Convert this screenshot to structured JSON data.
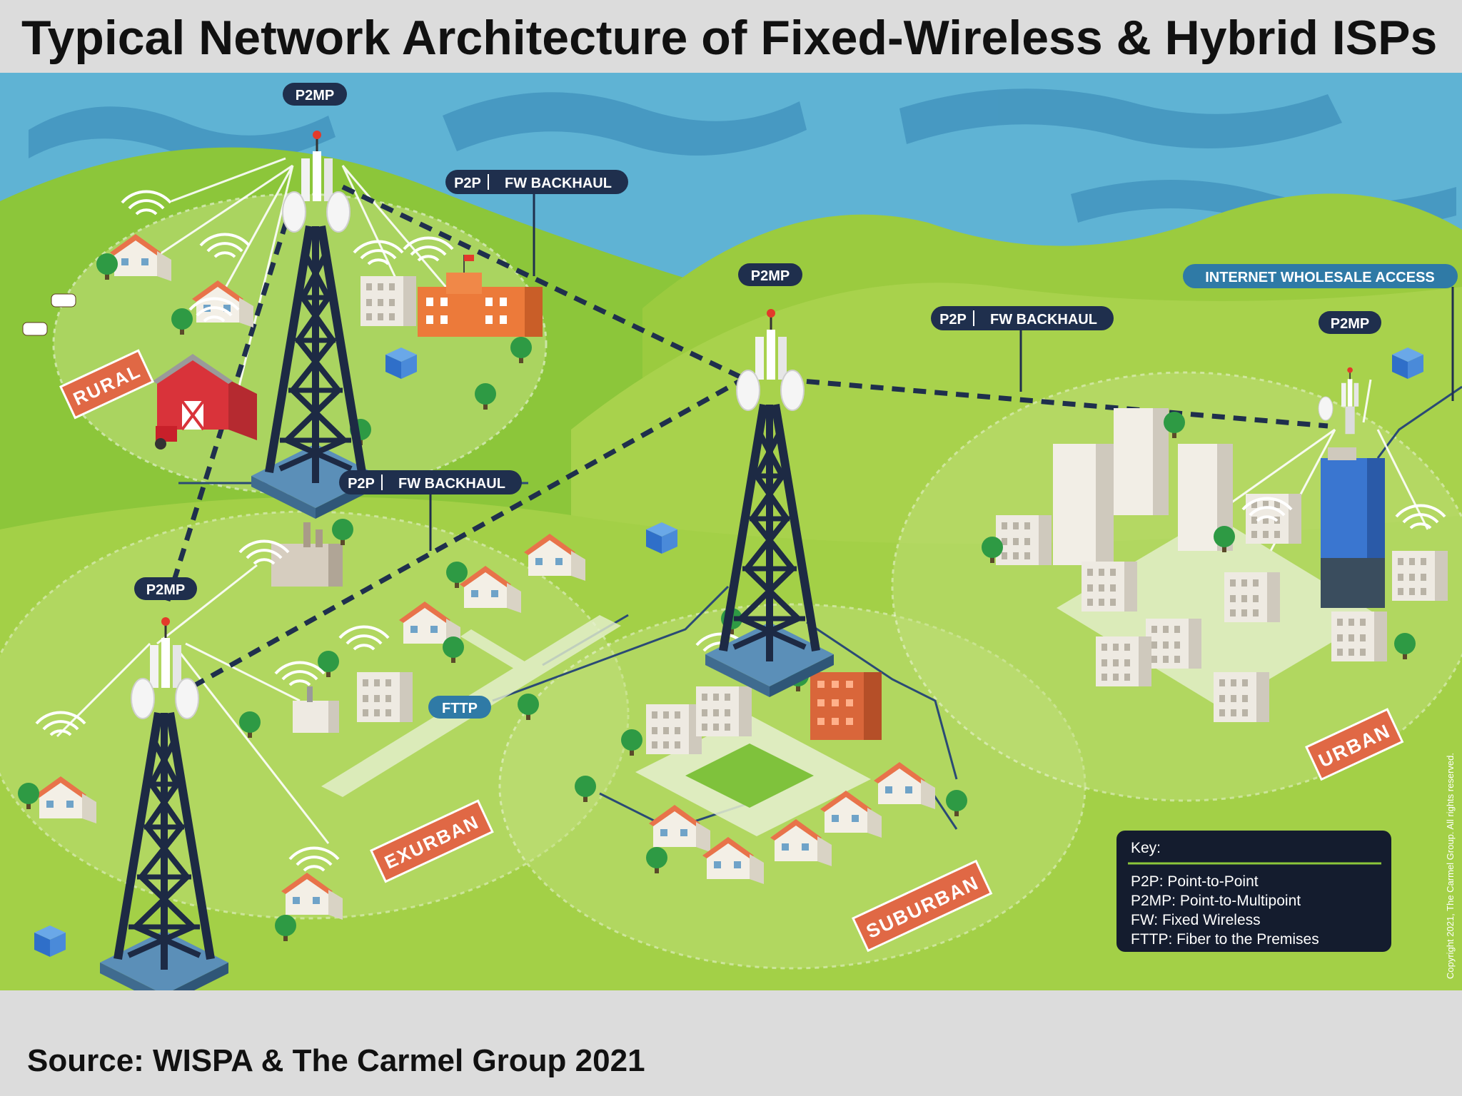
{
  "title": "Typical Network Architecture of Fixed-Wireless & Hybrid ISPs",
  "source": "Source: WISPA & The Carmel Group 2021",
  "labels": {
    "p2mp_top": "P2MP",
    "p2mp_mid": "P2MP",
    "p2mp_right": "P2MP",
    "p2mp_left": "P2MP",
    "p2p_top": "P2P",
    "fw_backhaul_top": "FW BACKHAUL",
    "p2p_right": "P2P",
    "fw_backhaul_right": "FW BACKHAUL",
    "p2p_bottom": "P2P",
    "fw_backhaul_bottom": "FW BACKHAUL",
    "internet_wholesale": "INTERNET WHOLESALE ACCESS",
    "fttp": "FTTP"
  },
  "areas": {
    "rural": "RURAL",
    "exurban": "EXURBAN",
    "suburban": "SUBURBAN",
    "urban": "URBAN"
  },
  "key": {
    "title": "Key:",
    "items": [
      "P2P: Point-to-Point",
      "P2MP: Point-to-Multipoint",
      "FW: Fixed Wireless",
      "FTTP: Fiber to the Premises"
    ]
  },
  "copyright": "Copyright 2021, The Carmel Group. All rights reserved.",
  "colors": {
    "sky": "#5fb3d4",
    "hill_dark": "#7fbf2e",
    "hill_light": "#a9d24a",
    "navy": "#1f2f4d",
    "orange": "#e8734a",
    "sign": "#e06845"
  }
}
